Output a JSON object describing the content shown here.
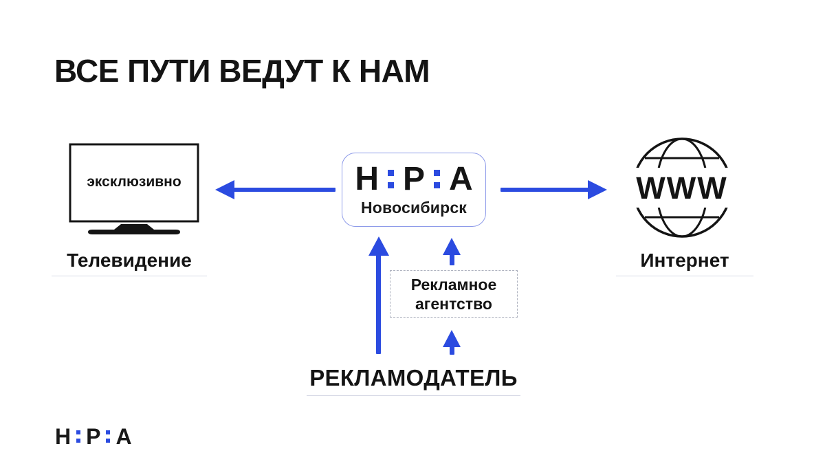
{
  "slide": {
    "title": "ВСЕ ПУТИ ВЕДУТ К НАМ",
    "background": "#ffffff"
  },
  "colors": {
    "accent_blue": "#2b4be0",
    "center_box_border": "#8e9be9",
    "dashed_border": "#aeb2bf",
    "text_dark": "#141414",
    "label_underline": "#d7d9e6"
  },
  "tv": {
    "screen_text": "эксклюзивно",
    "label": "Телевидение"
  },
  "center_box": {
    "letters": [
      "H",
      "P",
      "A"
    ],
    "city": "Новосибирск"
  },
  "internet": {
    "globe_text": "WWW",
    "label": "Интернет"
  },
  "agency": {
    "line1": "Рекламное",
    "line2": "агентство"
  },
  "advertiser": {
    "label": "РЕКЛАМОДАТЕЛЬ"
  },
  "footer_logo": {
    "letters": [
      "H",
      "P",
      "A"
    ]
  }
}
